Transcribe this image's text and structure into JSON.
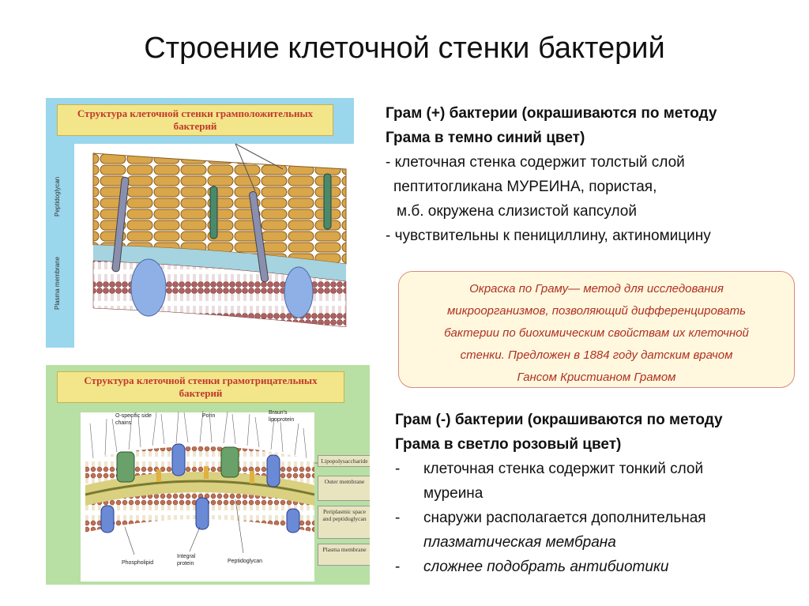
{
  "slide": {
    "title": "Строение клеточной стенки бактерий"
  },
  "figure_pos": {
    "title": "Структура клеточной стенки грамположительных бактерий",
    "label_peptidoglycan": "Peptidoglycan",
    "label_plasma_membrane": "Plasma membrane"
  },
  "figure_neg": {
    "title": "Структура клеточной стенки грамотрицательных бактерий",
    "label_o_specific": "O-specific side chains",
    "label_porin": "Porin",
    "label_brauns": "Braun's lipoprotein",
    "label_lps": "Lipopolysaccharide",
    "label_outer_membrane": "Outer membrane",
    "label_periplasmic": "Periplasmic space and peptidoglycan",
    "label_plasma_membrane": "Plasma membrane",
    "label_phospholipid": "Phospholipid",
    "label_integral_protein": "Integral protein",
    "label_peptidoglycan": "Peptidoglycan"
  },
  "gram_positive": {
    "heading_line1": "Грам (+) бактерии (окрашиваются по методу",
    "heading_line2": "Грама в темно синий цвет)",
    "item1_line1": "- клеточная стенка содержит толстый слой",
    "item1_line2": "пептитогликана МУРЕИНА, пористая,",
    "item1_line3": "м.б. окружена слизистой капсулой",
    "item2": "- чувствительны к пенициллину, актиномицину"
  },
  "note": {
    "line1": "Окраска по Граму— метод  для исследования",
    "line2": "микроорганизмов, позволяющий дифференцировать",
    "line3": "бактерии по биохимическим свойствам их клеточной",
    "line4": "стенки. Предложен в 1884 году датским врачом",
    "line5": "Гансом Кристианом Грамом"
  },
  "gram_negative": {
    "heading_line1": "Грам (-) бактерии (окрашиваются по методу",
    "heading_line2": "Грама в светло розовый цвет)",
    "item1_dash": "-",
    "item1_line1": "клеточная стенка содержит тонкий слой",
    "item1_line2": "муреина",
    "item2_dash": "-",
    "item2_line1": "снаружи располагается дополнительная",
    "item2_line2": "плазматическая мембрана",
    "item3_dash": "-",
    "item3_text": "сложнее подобрать антибиотики"
  },
  "colors": {
    "note_text": "#b03020",
    "note_border": "#d88a7e",
    "figure_title_text": "#c0392b"
  }
}
